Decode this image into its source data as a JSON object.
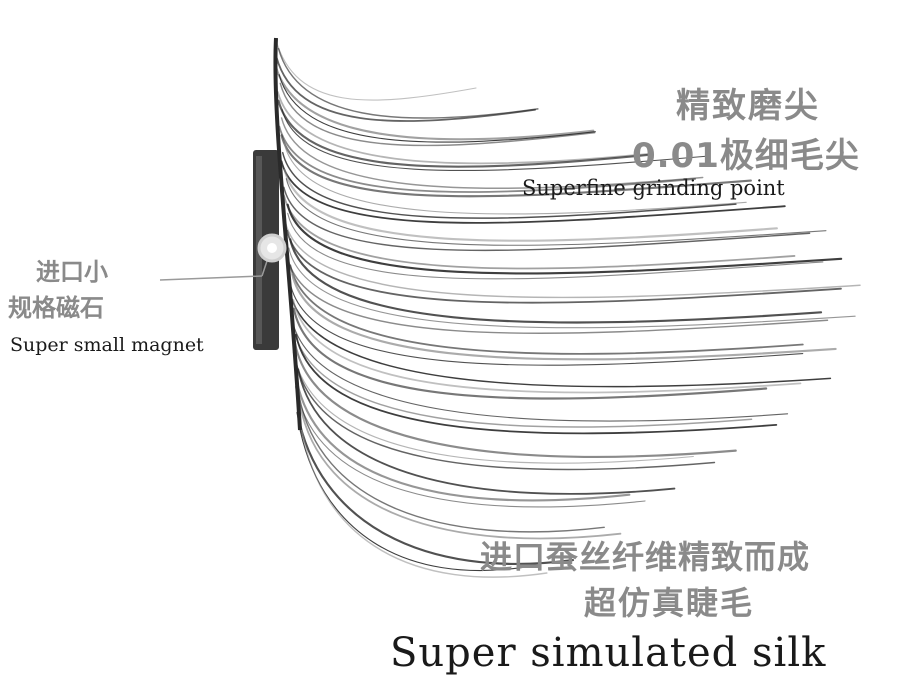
{
  "annotations": {
    "tip": {
      "cn_line1": "精致磨尖",
      "cn_line2": "0.01极细毛尖",
      "en": "Superfine grinding point"
    },
    "magnet": {
      "cn_line1": "进口小",
      "cn_line2": "规格磁石",
      "en": "Super small magnet"
    },
    "silk": {
      "cn_line1": "进口蚕丝纤维精致而成",
      "cn_line2": "超仿真睫毛",
      "en": "Super simulated silk"
    }
  },
  "colors": {
    "lash": "#2b2b2b",
    "lash_faint": "#8c8c8c",
    "magnet": "#3a3a3a",
    "label_cn": "#8a8a8a",
    "label_en": "#1a1a1a"
  }
}
